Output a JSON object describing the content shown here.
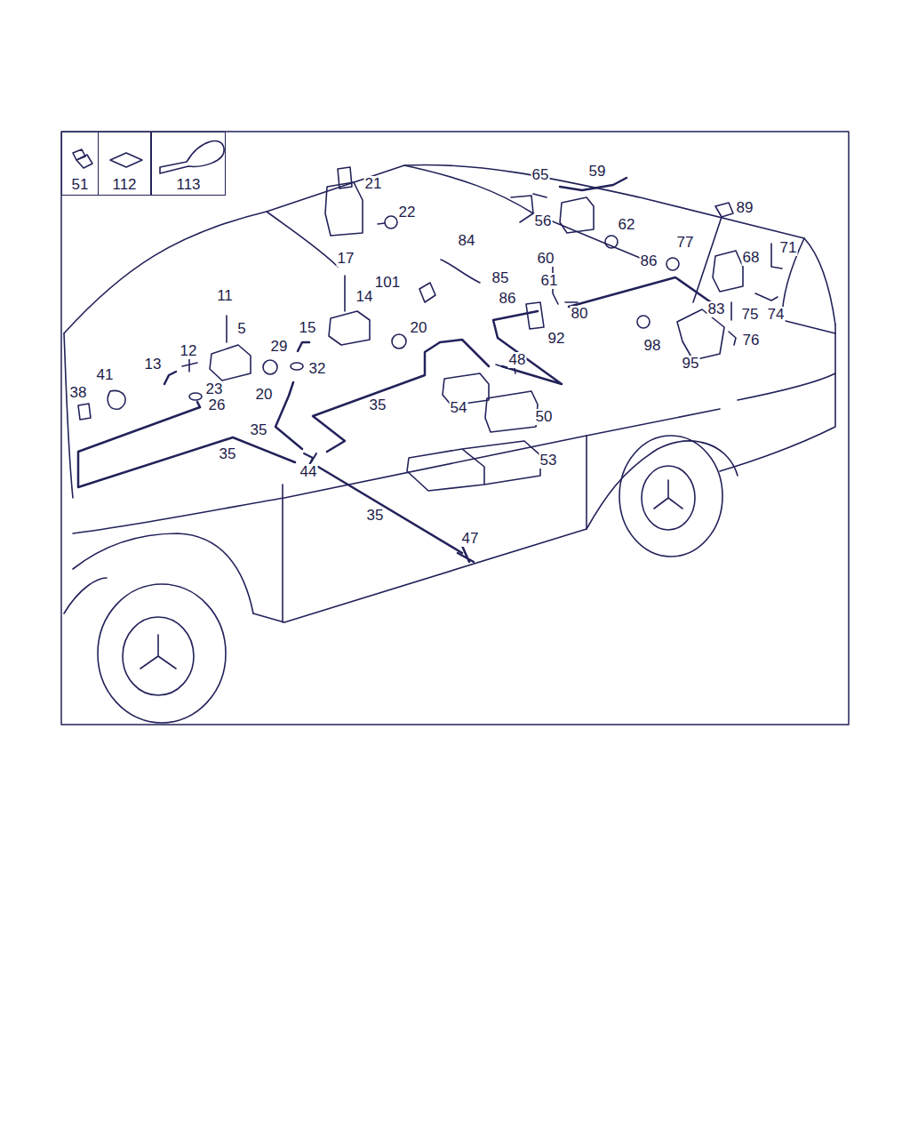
{
  "diagram": {
    "nodes": [
      {
        "text": [
          "51"
        ]
      },
      {
        "text": [
          "112"
        ]
      },
      {
        "text": [
          "113"
        ]
      }
    ],
    "edges": [],
    "labels": [
      "21",
      "65",
      "59",
      "22",
      "89",
      "56",
      "62",
      "84",
      "77",
      "68",
      "71",
      "17",
      "60",
      "86",
      "101",
      "85",
      "61",
      "11",
      "14",
      "86",
      "80",
      "83",
      "75",
      "74",
      "5",
      "15",
      "20",
      "92",
      "76",
      "98",
      "29",
      "12",
      "48",
      "95",
      "13",
      "32",
      "41",
      "20",
      "23",
      "38",
      "26",
      "35",
      "54",
      "50",
      "35",
      "35",
      "53",
      "44",
      "35",
      "47"
    ]
  }
}
